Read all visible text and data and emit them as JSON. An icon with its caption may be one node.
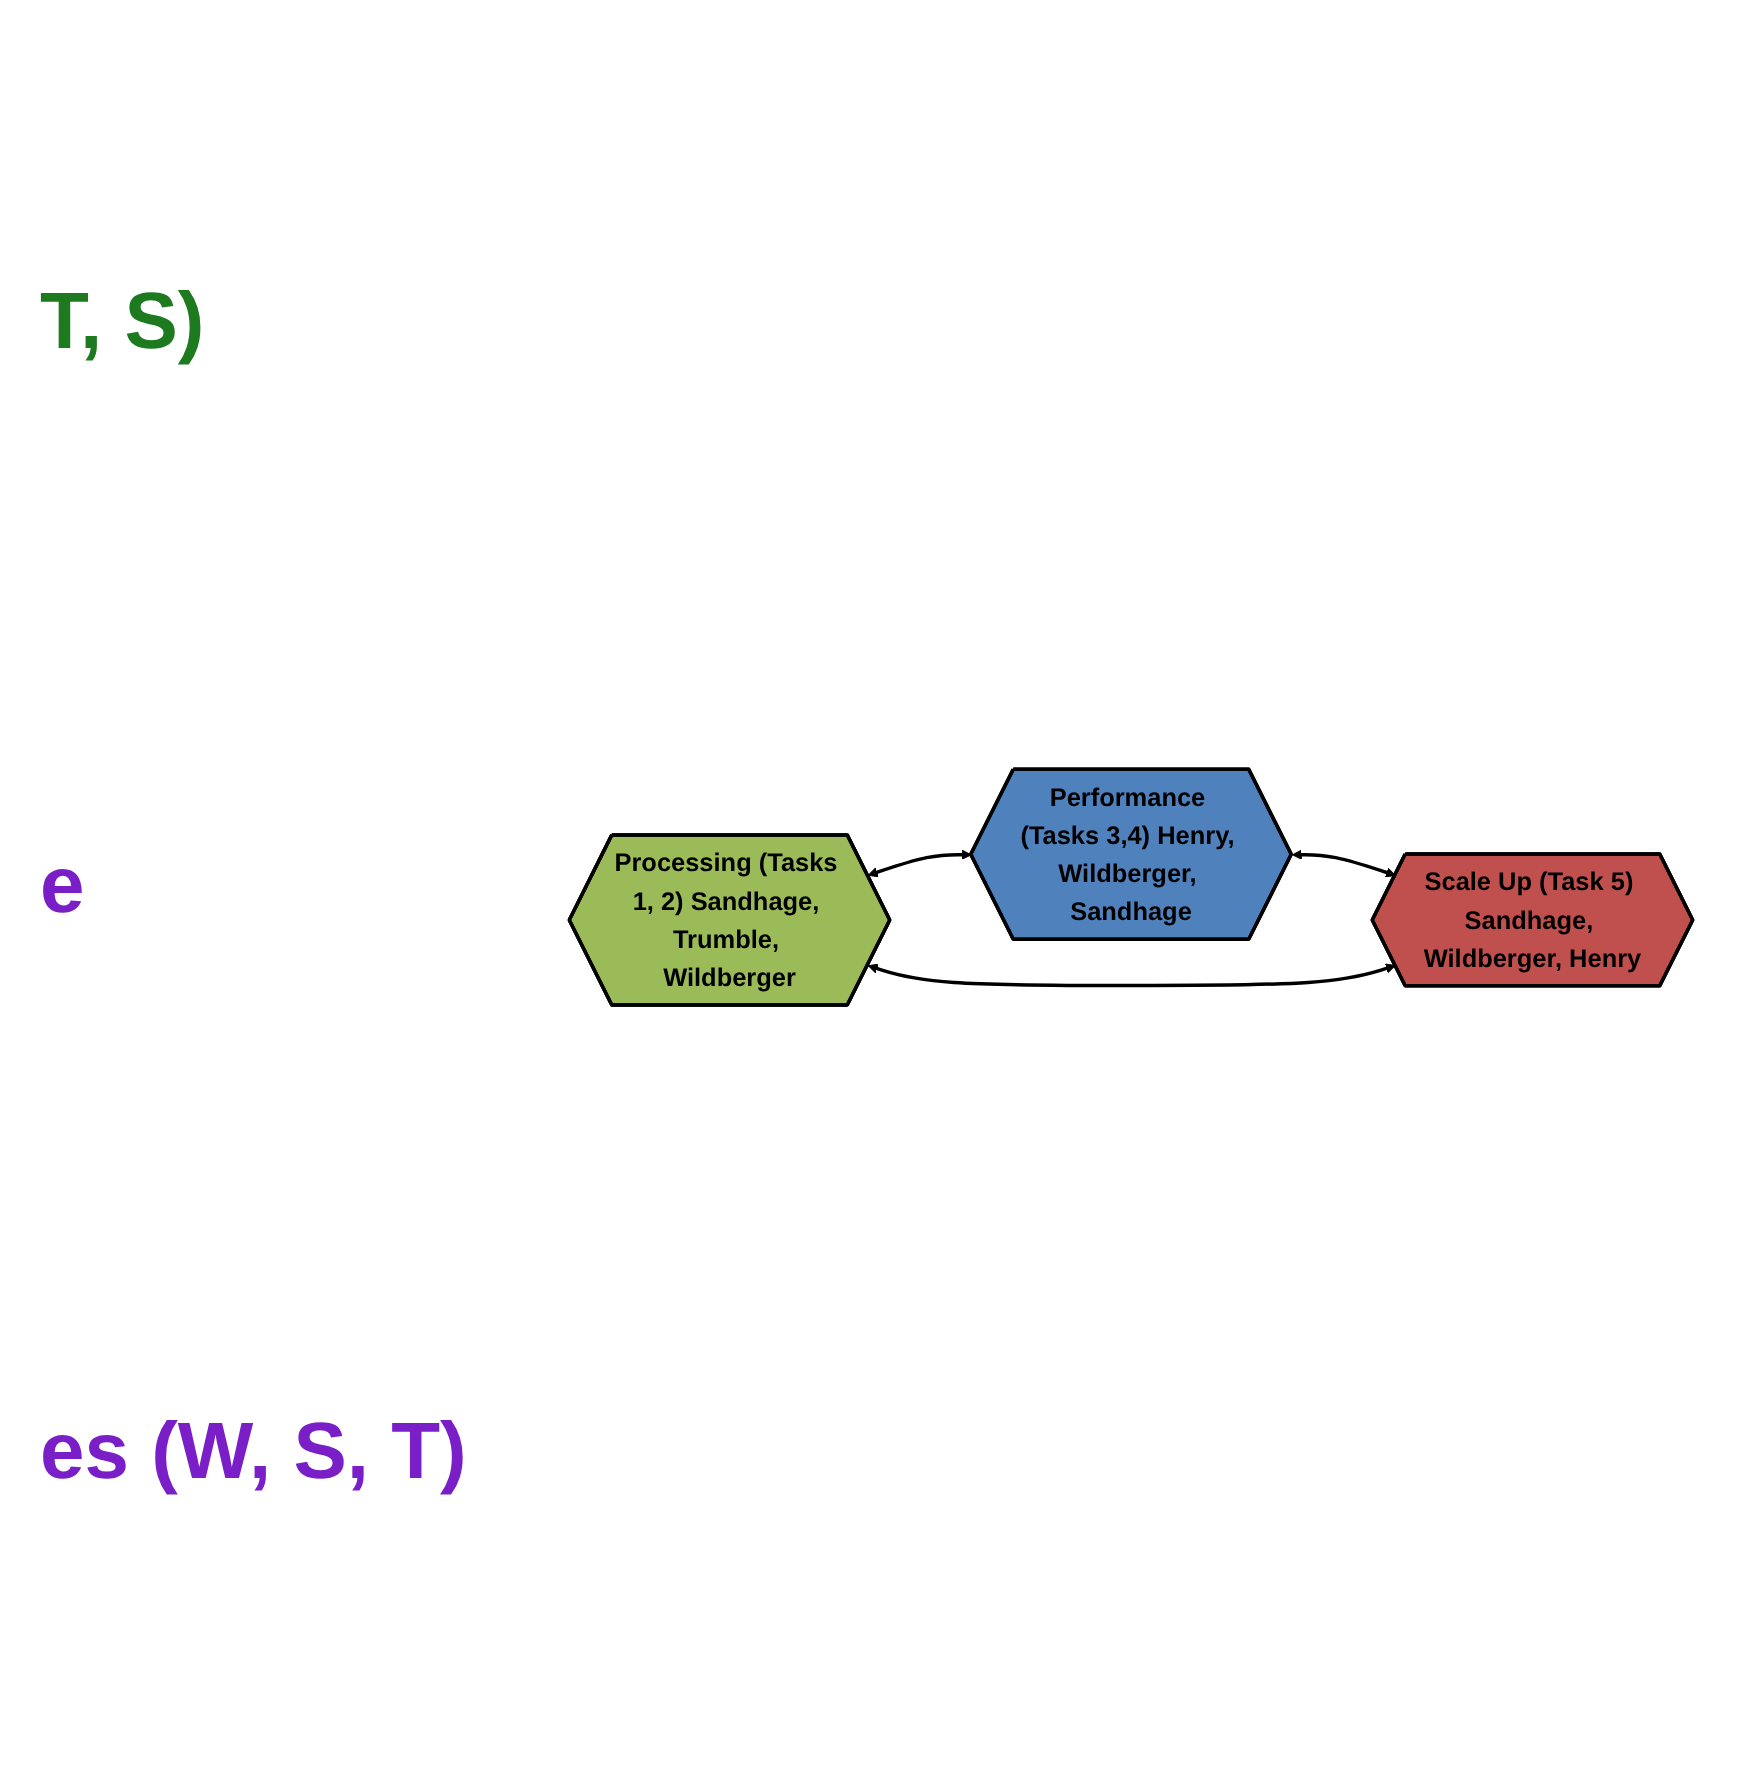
{
  "diagram": {
    "nodes": [
      {
        "text": [
          "Processing (Tasks 1, 2) Sandhage, Trumble, Wildberger"
        ]
      },
      {
        "text": [
          "Performance (Tasks 3,4) Henry, Wildberger, Sandhage"
        ]
      },
      {
        "text": [
          "Scale Up (Task 5) Sandhage, Wildberger, Henry"
        ]
      }
    ],
    "edges": [
      {
        "from": 0,
        "to": 1,
        "arrow": "both"
      },
      {
        "from": 1,
        "to": 2,
        "arrow": "both"
      },
      {
        "from": 0,
        "to": 2,
        "arrow": "both"
      }
    ],
    "labels": [
      "T, S)",
      "e",
      "es (W, S, T)"
    ]
  }
}
